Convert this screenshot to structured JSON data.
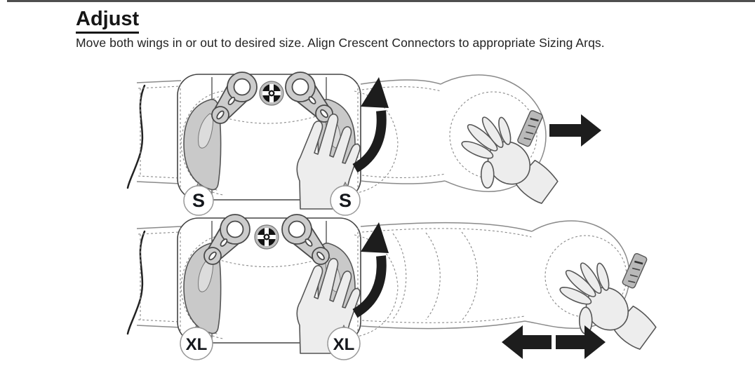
{
  "header": {
    "title": "Adjust",
    "subtitle": "Move both wings in or out to desired size. Align Crescent Connectors to appropriate Sizing Arqs."
  },
  "diagrams": {
    "small": {
      "left_marker": "S",
      "right_marker": "S"
    },
    "xlarge": {
      "left_marker": "XL",
      "right_marker": "XL"
    }
  },
  "icons": {
    "curved_arrow": "curved-up-arrow-icon",
    "right_arrow": "right-arrow-icon",
    "double_arrow": "left-right-arrow-icon",
    "dial": "pulley-dial-icon",
    "hand_adjust": "hand-fingers-up-icon",
    "hand_pull": "hand-flat-spread-icon"
  },
  "colors": {
    "rule": "#4f4f4f",
    "ink": "#1d1d1d",
    "outline": "#555555",
    "connector_fill": "#cccccc",
    "pad_fill": "#c9c9c9",
    "hand_fill": "#ededed",
    "marker_text": "#14171c"
  }
}
